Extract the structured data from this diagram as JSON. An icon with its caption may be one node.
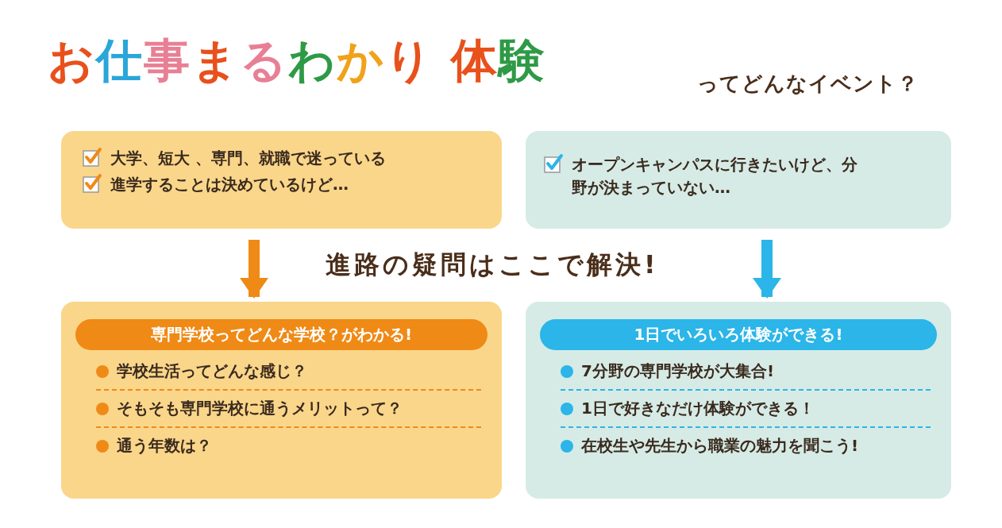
{
  "diagram": {
    "title": "お仕事まるわかり 体験",
    "nodes": [
      {
        "text": [
          "大学、短大 、専門、就職で迷っている",
          "進学することは決めているけど…"
        ]
      },
      {
        "text": [
          "オープンキャンパスに行きたいけど、分野が決まっていない…"
        ]
      },
      {
        "text": [
          "専門学校ってどんな学校？がわかる!",
          "学校生活ってどんな感じ？",
          "そもそも専門学校に通うメリットって？",
          "通う年数は？"
        ]
      },
      {
        "text": [
          "1日でいろいろ体験ができる!",
          "7分野の専門学校が大集合!",
          "1日で好きなだけ体験ができる！",
          "在校生や先生から職業の魅力を聞こう!"
        ]
      }
    ],
    "edges": [
      {
        "from": 0,
        "to": 2,
        "arrow": "to",
        "color": "#ef8a16"
      },
      {
        "from": 1,
        "to": 3,
        "arrow": "to",
        "color": "#2bb5e8"
      }
    ],
    "labels": [
      "ってどんなイベント？",
      "進路の疑問はここで解決!"
    ]
  }
}
